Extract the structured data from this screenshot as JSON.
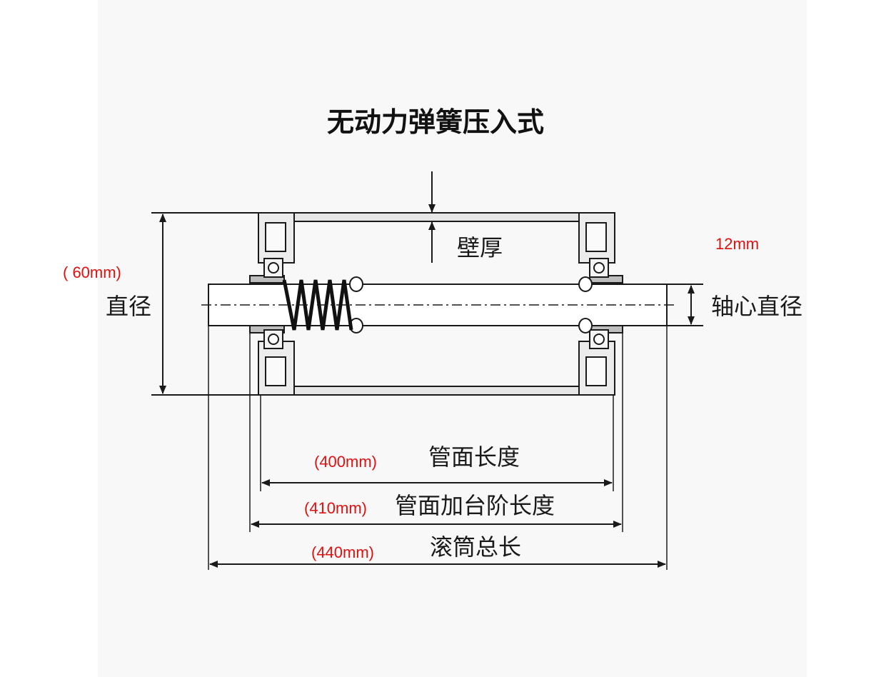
{
  "title": "无动力弹簧压入式",
  "colors": {
    "dimension_value": "#e01010",
    "line": "#1a1a1a",
    "tube_fill": "#e9e9e9",
    "panel_bg": "#f8f8f8"
  },
  "labels": {
    "wall_thickness": "壁厚",
    "diameter": "直径",
    "shaft_diameter": "轴心直径",
    "tube_length": "管面长度",
    "tube_step_length": "管面加台阶长度",
    "total_length": "滚筒总长"
  },
  "values": {
    "diameter": "( 60mm)",
    "shaft_diameter": "12mm",
    "tube_length": "(400mm)",
    "tube_step_length": "(410mm)",
    "total_length": "(440mm)"
  }
}
